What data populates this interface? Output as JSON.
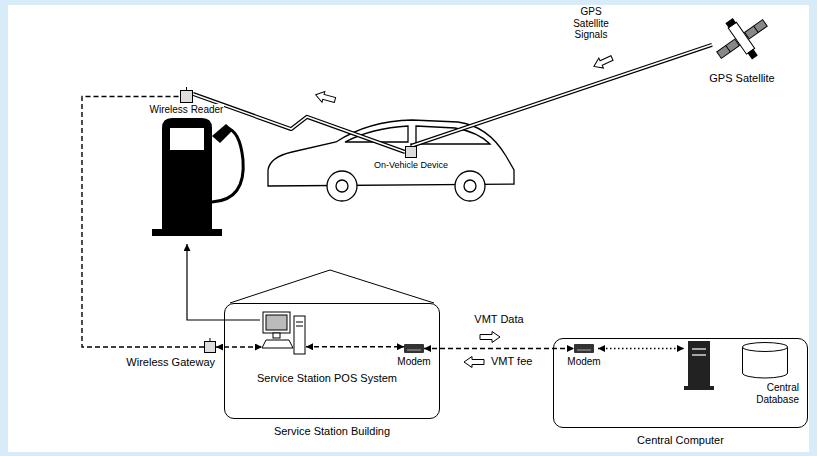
{
  "diagram": {
    "nodes": [
      {
        "text": [
          "GPS Satellite"
        ]
      },
      {
        "text": [
          "Wireless Reader"
        ]
      },
      {
        "text": [
          "On-Vehicle Device"
        ]
      },
      {
        "text": [
          "Service Station Building"
        ]
      },
      {
        "text": [
          "Modem"
        ],
        "in": 3
      },
      {
        "text": [
          "Service Station POS System"
        ],
        "in": 3
      },
      {
        "text": [
          "Wireless Gateway"
        ]
      },
      {
        "text": [
          "Central Computer"
        ]
      },
      {
        "text": [
          "Modem"
        ],
        "in": 7
      },
      {
        "text": [
          "Central Database"
        ],
        "in": 7
      }
    ],
    "edges": [
      {
        "from": 0,
        "to": 2,
        "arrow": "none"
      },
      {
        "from": 1,
        "to": 2,
        "arrow": "none"
      },
      {
        "from": 6,
        "to": 1,
        "arrow": "none"
      },
      {
        "from": 6,
        "to": 5,
        "arrow": "both"
      },
      {
        "from": 5,
        "to": 4,
        "arrow": "both"
      },
      {
        "from": 4,
        "to": 8,
        "label": "VMT Data",
        "arrow": "both"
      }
    ],
    "labels": [
      "GPS Satellite Signals",
      "VMT fee"
    ]
  }
}
